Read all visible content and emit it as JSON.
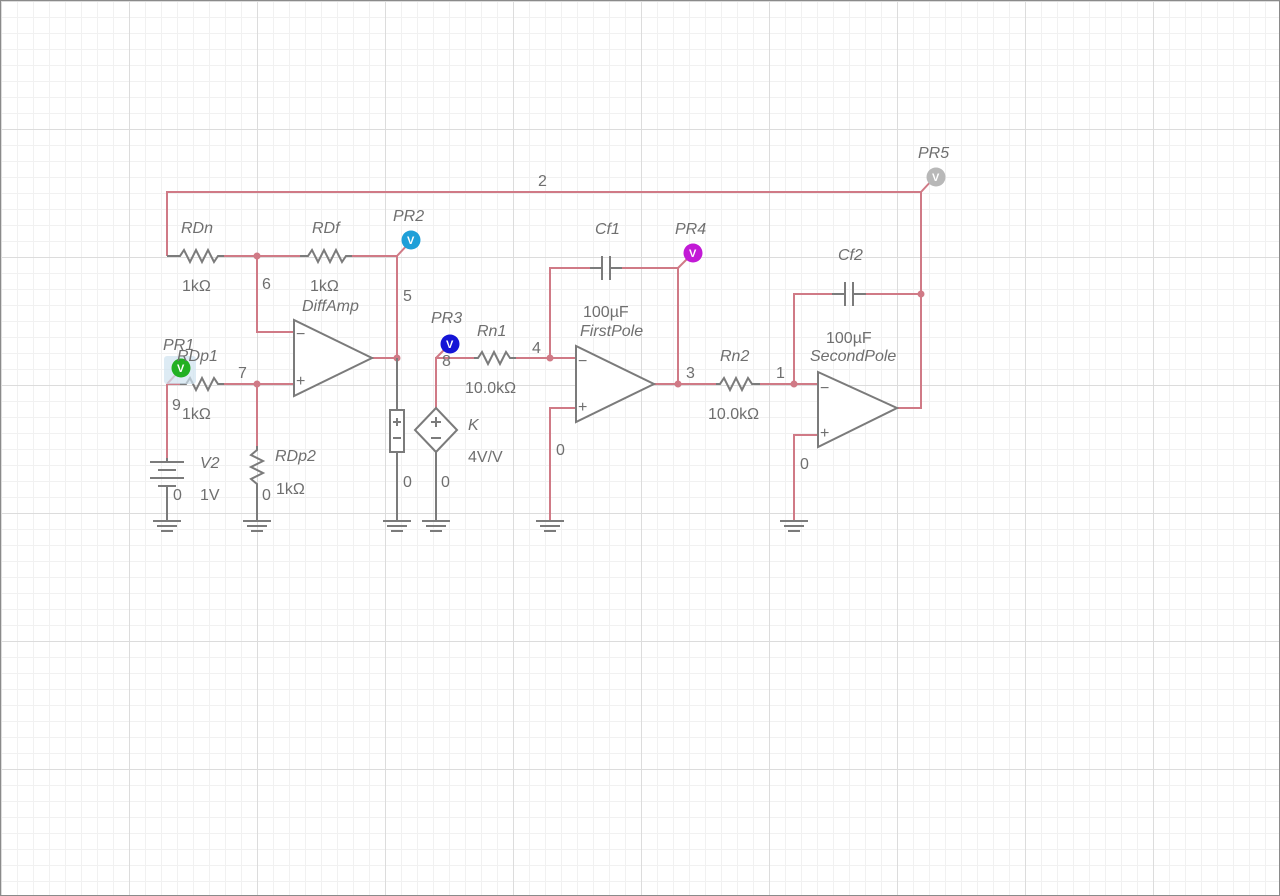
{
  "nets": {
    "n2": "2",
    "n6": "6",
    "n5": "5",
    "n8": "8",
    "n4": "4",
    "n3": "3",
    "n1": "1",
    "n7": "7",
    "n9": "9",
    "gnd_v2": "0",
    "gnd_rdp2": "0",
    "gnd_out": "0",
    "gnd_k": "0",
    "gnd_fp": "0",
    "gnd_sp": "0"
  },
  "components": {
    "rdn": {
      "name": "RDn",
      "value": "1kΩ"
    },
    "rdf": {
      "name": "RDf",
      "value": "1kΩ"
    },
    "rdp1": {
      "name": "RDp1",
      "value": "1kΩ"
    },
    "rdp2": {
      "name": "RDp2",
      "value": "1kΩ"
    },
    "v2": {
      "name": "V2",
      "value": "1V"
    },
    "diffamp": {
      "name": "DiffAmp"
    },
    "rn1": {
      "name": "Rn1",
      "value": "10.0kΩ"
    },
    "rn2": {
      "name": "Rn2",
      "value": "10.0kΩ"
    },
    "cf1": {
      "name": "Cf1",
      "value": "100µF"
    },
    "cf2": {
      "name": "Cf2",
      "value": "100µF"
    },
    "firstpole": {
      "name": "FirstPole"
    },
    "secondpole": {
      "name": "SecondPole"
    },
    "k": {
      "name": "K",
      "value": "4V/V"
    }
  },
  "probes": {
    "pr1": {
      "name": "PR1",
      "letter": "V",
      "color": "#22b022"
    },
    "pr2": {
      "name": "PR2",
      "letter": "V",
      "color": "#1f9fd8"
    },
    "pr3": {
      "name": "PR3",
      "letter": "V",
      "color": "#1515d6"
    },
    "pr4": {
      "name": "PR4",
      "letter": "V",
      "color": "#c21ad6"
    },
    "pr5": {
      "name": "PR5",
      "letter": "V",
      "color": "#b8b8b8"
    }
  },
  "opamp_signs": {
    "minus": "−",
    "plus": "+"
  }
}
